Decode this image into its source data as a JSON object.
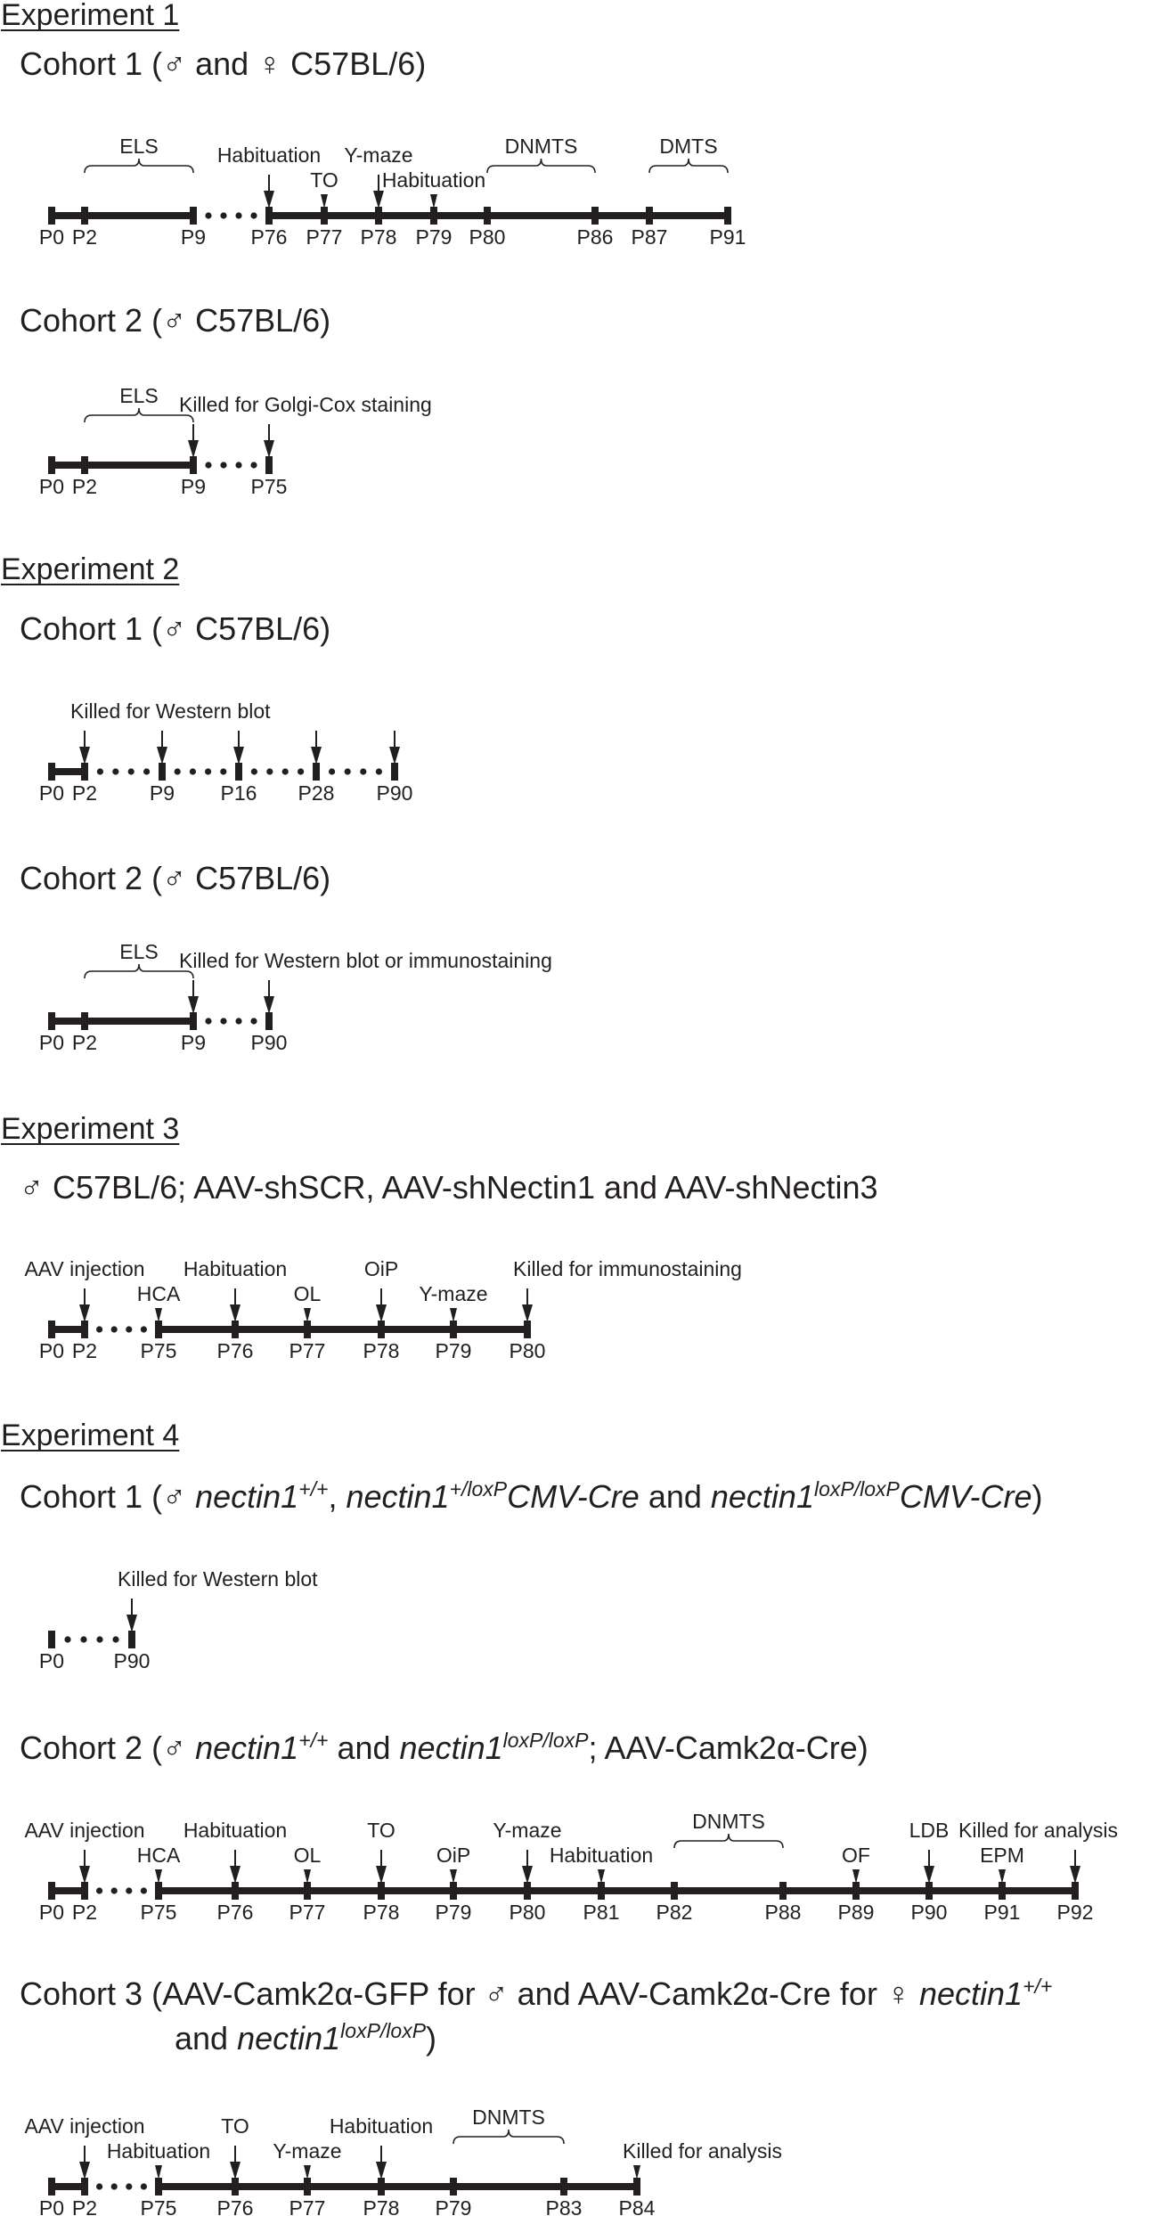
{
  "experiments": [
    {
      "heading": "Experiment 1",
      "cohorts": [
        {
          "title": [
            {
              "t": "Cohort 1 ("
            },
            {
              "t": "♂"
            },
            {
              "t": " and "
            },
            {
              "t": "♀"
            },
            {
              "t": " C57BL/6)"
            }
          ],
          "days": [
            "P0",
            "P2",
            "P9",
            "P76",
            "P77",
            "P78",
            "P79",
            "P80",
            "P86",
            "P87",
            "P91"
          ],
          "events": [
            {
              "text": "Habituation",
              "arrow": "big",
              "day": "P76"
            },
            {
              "text": "TO",
              "arrow": "small",
              "day": "P77"
            },
            {
              "text": "Y-maze",
              "arrow": "big",
              "day": "P78"
            },
            {
              "text": "Habituation",
              "arrow": "small",
              "day": "P79"
            }
          ],
          "braces": [
            {
              "text": "ELS",
              "from": "P2",
              "to": "P9"
            },
            {
              "text": "DNMTS",
              "from": "P80",
              "to": "P86"
            },
            {
              "text": "DMTS",
              "from": "P87",
              "to": "P91"
            }
          ],
          "gaps": [
            [
              "P9",
              "P76"
            ]
          ]
        },
        {
          "title": [
            {
              "t": "Cohort 2 ("
            },
            {
              "t": "♂"
            },
            {
              "t": " C57BL/6)"
            }
          ],
          "days": [
            "P0",
            "P2",
            "P9",
            "P75"
          ],
          "events": [
            {
              "text": "Killed for Golgi-Cox staining",
              "arrow": "big",
              "day": "P9"
            },
            {
              "text": "",
              "arrow": "big",
              "day": "P75"
            }
          ],
          "braces": [
            {
              "text": "ELS",
              "from": "P2",
              "to": "P9"
            }
          ],
          "gaps": [
            [
              "P9",
              "P75"
            ]
          ]
        }
      ]
    },
    {
      "heading": "Experiment 2",
      "cohorts": [
        {
          "title": [
            {
              "t": "Cohort 1 ("
            },
            {
              "t": "♂"
            },
            {
              "t": " C57BL/6)"
            }
          ],
          "days": [
            "P0",
            "P2",
            "P9",
            "P16",
            "P28",
            "P90"
          ],
          "events": [
            {
              "text": "Killed for Western blot",
              "arrow": "big",
              "day": "P2"
            },
            {
              "text": "",
              "arrow": "big",
              "day": "P9"
            },
            {
              "text": "",
              "arrow": "big",
              "day": "P16"
            },
            {
              "text": "",
              "arrow": "big",
              "day": "P28"
            },
            {
              "text": "",
              "arrow": "big",
              "day": "P90"
            }
          ],
          "braces": [],
          "gaps": [
            [
              "P2",
              "P9"
            ],
            [
              "P9",
              "P16"
            ],
            [
              "P16",
              "P28"
            ],
            [
              "P28",
              "P90"
            ]
          ]
        },
        {
          "title": [
            {
              "t": "Cohort 2 ("
            },
            {
              "t": "♂"
            },
            {
              "t": " C57BL/6)"
            }
          ],
          "days": [
            "P0",
            "P2",
            "P9",
            "P90"
          ],
          "events": [
            {
              "text": "Killed for Western blot or immunostaining",
              "arrow": "big",
              "day": "P9"
            },
            {
              "text": "",
              "arrow": "big",
              "day": "P90"
            }
          ],
          "braces": [
            {
              "text": "ELS",
              "from": "P2",
              "to": "P9"
            }
          ],
          "gaps": [
            [
              "P9",
              "P90"
            ]
          ]
        }
      ]
    },
    {
      "heading": "Experiment 3",
      "cohorts": [
        {
          "title": [
            {
              "t": "♂"
            },
            {
              "t": " C57BL/6; AAV-shSCR, AAV-shNectin1 and AAV-shNectin3"
            }
          ],
          "days": [
            "P0",
            "P2",
            "P75",
            "P76",
            "P77",
            "P78",
            "P79",
            "P80"
          ],
          "events": [
            {
              "text": "AAV injection",
              "arrow": "big",
              "day": "P2"
            },
            {
              "text": "HCA",
              "arrow": "small",
              "day": "P75"
            },
            {
              "text": "Habituation",
              "arrow": "big",
              "day": "P76"
            },
            {
              "text": "OL",
              "arrow": "small",
              "day": "P77"
            },
            {
              "text": "OiP",
              "arrow": "big",
              "day": "P78"
            },
            {
              "text": "Y-maze",
              "arrow": "small",
              "day": "P79"
            },
            {
              "text": "Killed for immunostaining",
              "arrow": "big",
              "day": "P80"
            }
          ],
          "braces": [],
          "gaps": [
            [
              "P2",
              "P75"
            ]
          ]
        }
      ]
    },
    {
      "heading": "Experiment 4",
      "cohorts": [
        {
          "title": [
            {
              "t": "Cohort 1 ("
            },
            {
              "t": "♂"
            },
            {
              "t": " "
            },
            {
              "t": "nectin1",
              "i": true
            },
            {
              "t": "+/+",
              "i": true,
              "s": true
            },
            {
              "t": ", "
            },
            {
              "t": "nectin1",
              "i": true
            },
            {
              "t": "+/loxP",
              "i": true,
              "s": true
            },
            {
              "t": "CMV-Cre",
              "i": true
            },
            {
              "t": " and "
            },
            {
              "t": "nectin1",
              "i": true
            },
            {
              "t": "loxP/loxP",
              "i": true,
              "s": true
            },
            {
              "t": "CMV-Cre",
              "i": true
            },
            {
              "t": ")"
            }
          ],
          "days": [
            "P0",
            "P90"
          ],
          "events": [
            {
              "text": "Killed for Western blot",
              "arrow": "big",
              "day": "P90"
            }
          ],
          "braces": [],
          "gaps": [
            [
              "P0",
              "P90"
            ]
          ]
        },
        {
          "title": [
            {
              "t": "Cohort 2 ("
            },
            {
              "t": "♂"
            },
            {
              "t": " "
            },
            {
              "t": "nectin1",
              "i": true
            },
            {
              "t": "+/+",
              "i": true,
              "s": true
            },
            {
              "t": " and "
            },
            {
              "t": "nectin1",
              "i": true
            },
            {
              "t": "loxP/loxP",
              "i": true,
              "s": true
            },
            {
              "t": "; AAV-Camk2α-Cre)"
            }
          ],
          "days": [
            "P0",
            "P2",
            "P75",
            "P76",
            "P77",
            "P78",
            "P79",
            "P80",
            "P81",
            "P82",
            "P88",
            "P89",
            "P90",
            "P91",
            "P92"
          ],
          "events": [
            {
              "text": "AAV injection",
              "arrow": "big",
              "day": "P2"
            },
            {
              "text": "HCA",
              "arrow": "small",
              "day": "P75"
            },
            {
              "text": "Habituation",
              "arrow": "big",
              "day": "P76"
            },
            {
              "text": "OL",
              "arrow": "small",
              "day": "P77"
            },
            {
              "text": "TO",
              "arrow": "big",
              "day": "P78"
            },
            {
              "text": "OiP",
              "arrow": "small",
              "day": "P79"
            },
            {
              "text": "Y-maze",
              "arrow": "big",
              "day": "P80"
            },
            {
              "text": "Habituation",
              "arrow": "small",
              "day": "P81"
            },
            {
              "text": "OF",
              "arrow": "small",
              "day": "P89"
            },
            {
              "text": "LDB",
              "arrow": "big",
              "day": "P90"
            },
            {
              "text": "EPM",
              "arrow": "small",
              "day": "P91"
            },
            {
              "text": "Killed for analysis",
              "arrow": "big",
              "day": "P92"
            }
          ],
          "braces": [
            {
              "text": "DNMTS",
              "from": "P82",
              "to": "P88"
            }
          ],
          "gaps": [
            [
              "P2",
              "P75"
            ]
          ]
        },
        {
          "title": [
            {
              "t": "Cohort 3 (AAV-Camk2α-GFP for "
            },
            {
              "t": "♂"
            },
            {
              "t": " and AAV-Camk2α-Cre for "
            },
            {
              "t": "♀"
            },
            {
              "t": " "
            },
            {
              "t": "nectin1",
              "i": true
            },
            {
              "t": "+/+",
              "i": true,
              "s": true
            }
          ],
          "title2": [
            {
              "t": "and "
            },
            {
              "t": "nectin1",
              "i": true
            },
            {
              "t": "loxP/loxP",
              "i": true,
              "s": true
            },
            {
              "t": ")"
            }
          ],
          "days": [
            "P0",
            "P2",
            "P75",
            "P76",
            "P77",
            "P78",
            "P79",
            "P83",
            "P84"
          ],
          "events": [
            {
              "text": "AAV injection",
              "arrow": "big",
              "day": "P2"
            },
            {
              "text": "Habituation",
              "arrow": "small",
              "day": "P75"
            },
            {
              "text": "TO",
              "arrow": "big",
              "day": "P76"
            },
            {
              "text": "Y-maze",
              "arrow": "small",
              "day": "P77"
            },
            {
              "text": "Habituation",
              "arrow": "big",
              "day": "P78"
            },
            {
              "text": "Killed for analysis",
              "arrow": "small",
              "day": "P84"
            }
          ],
          "braces": [
            {
              "text": "DNMTS",
              "from": "P79",
              "to": "P83"
            }
          ],
          "gaps": [
            [
              "P2",
              "P75"
            ]
          ]
        }
      ]
    }
  ]
}
